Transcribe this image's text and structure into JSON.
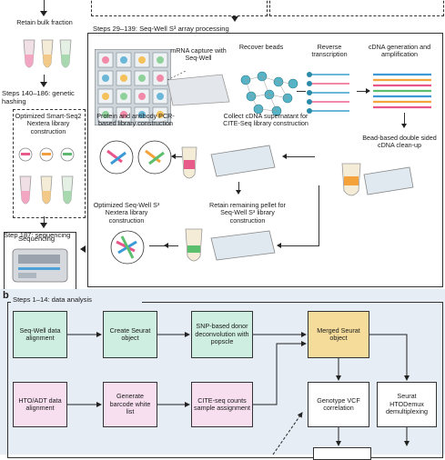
{
  "panel_a": {
    "left_column": {
      "retain_bulk": "Retain bulk fraction",
      "steps_140_186": "Steps 140–186: genetic hashing",
      "optimized_smartseq2": "Optimized Smart-Seq2 Nextera library construction",
      "step_187": "Step 187: sequencing",
      "sequencing": "Sequencing"
    },
    "array_processing": {
      "header": "Steps 29–139: Seq-Well S³ array processing",
      "mrna_capture": "mRNA capture with Seq-Well",
      "recover_beads": "Recover beads",
      "reverse_transcription": "Reverse transcription",
      "cdna_generation": "cDNA generation and amplification",
      "protein_antibody": "Protein and antibody PCR-based library construction",
      "collect_cdna": "Collect cDNA supernatant for CITE-Seq library construction",
      "bead_based": "Bead-based double sided cDNA clean-up",
      "retain_pellet": "Retain remaining pellet for Seq-Well S³ library construction",
      "optimized_seqwell": "Optimized Seq-Well S³ Nextera library construction"
    }
  },
  "panel_b": {
    "letter": "b",
    "header": "Steps 1–14: data analysis",
    "boxes": {
      "seqwell_alignment": "Seq-Well data alignment",
      "create_seurat": "Create Seurat object",
      "snp_donor": "SNP-based donor deconvolution with popscle",
      "merged_seurat": "Merged Seurat object",
      "hto_adt": "HTO/ADT data alignment",
      "barcode_whitelist": "Generate barcode white list",
      "citeseq_counts": "CITE-seq counts sample assignment",
      "genotype_vcf": "Genotype VCF correlation",
      "seurat_htodemux": "Seurat HTODemux demultiplexing"
    }
  }
}
